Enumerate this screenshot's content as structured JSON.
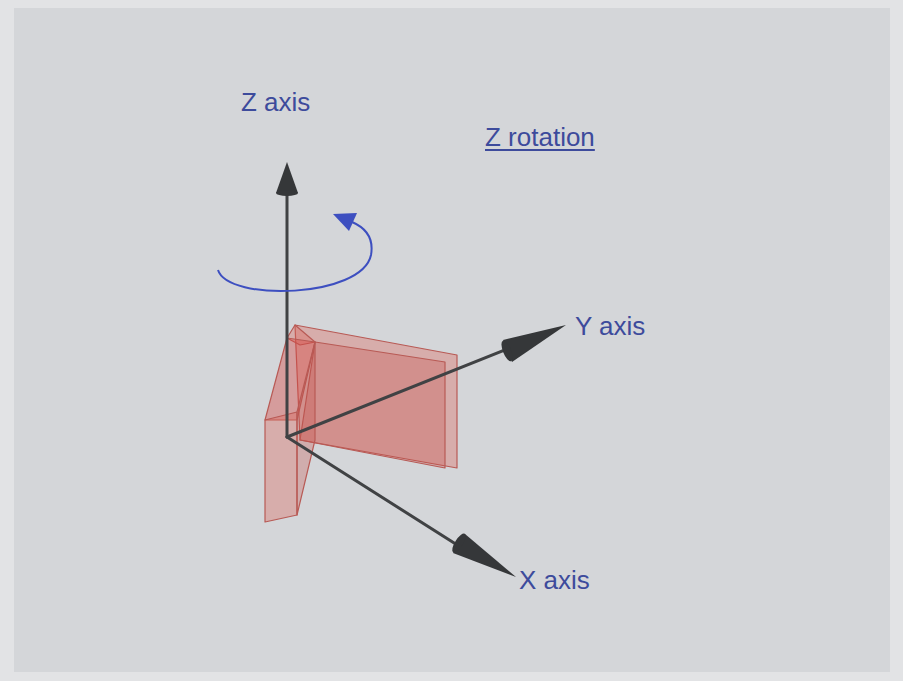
{
  "diagram": {
    "title": "Z rotation",
    "labels": [
      "Z axis",
      "Y axis",
      "X axis"
    ]
  }
}
